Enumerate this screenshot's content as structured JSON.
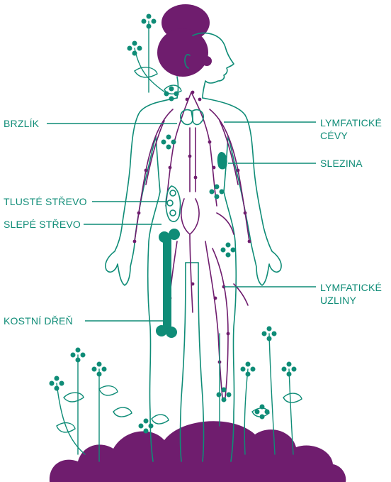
{
  "colors": {
    "teal": "#0f8c77",
    "purple": "#6f1d6e",
    "background": "#ffffff"
  },
  "labels": {
    "thymus": "BRZLÍK",
    "lymph_vessels_line1": "LYMFATICKÉ",
    "lymph_vessels_line2": "CÉVY",
    "spleen": "SLEZINA",
    "colon": "TLUSTÉ STŘEVO",
    "appendix": "SLEPÉ STŘEVO",
    "bone_marrow": "KOSTNÍ DŘEŇ",
    "lymph_nodes_line1": "LYMFATICKÉ",
    "lymph_nodes_line2": "UZLINY"
  },
  "icons": [
    "leaf-icon",
    "flower-cross-icon",
    "cloud-ground-icon"
  ]
}
